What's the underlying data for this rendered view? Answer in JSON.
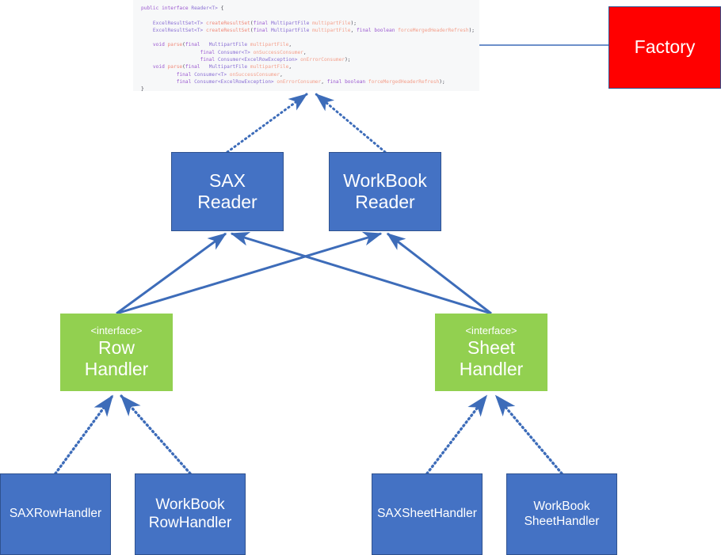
{
  "diagram": {
    "title": "Excel Reader / Handler class diagram",
    "colors": {
      "blue": "#4472C4",
      "blue_border": "#2F528F",
      "green": "#92D050",
      "red": "#FF0000",
      "code_background": "#F7F8F9",
      "edge": "#4472C4"
    }
  },
  "code_block": {
    "language": "java",
    "lines": [
      [
        {
          "t": "public ",
          "c": "kw"
        },
        {
          "t": "interface ",
          "c": "kw"
        },
        {
          "t": "Reader<T> ",
          "c": "typ"
        },
        {
          "t": "{",
          "c": "pln"
        }
      ],
      [],
      [
        {
          "t": "    ExcelResultSet<T> ",
          "c": "typ"
        },
        {
          "t": "createResultSet",
          "c": "mth"
        },
        {
          "t": "(",
          "c": "pln"
        },
        {
          "t": "final ",
          "c": "kw"
        },
        {
          "t": "MultipartFile ",
          "c": "typ"
        },
        {
          "t": "multipartFile",
          "c": "prm"
        },
        {
          "t": ");",
          "c": "pln"
        }
      ],
      [
        {
          "t": "    ExcelResultSet<T> ",
          "c": "typ"
        },
        {
          "t": "createResultSet",
          "c": "mth"
        },
        {
          "t": "(",
          "c": "pln"
        },
        {
          "t": "final ",
          "c": "kw"
        },
        {
          "t": "MultipartFile ",
          "c": "typ"
        },
        {
          "t": "multipartFile",
          "c": "prm"
        },
        {
          "t": ", ",
          "c": "pln"
        },
        {
          "t": "final ",
          "c": "kw"
        },
        {
          "t": "boolean ",
          "c": "kw"
        },
        {
          "t": "forceMergedHeaderRefresh",
          "c": "prm"
        },
        {
          "t": ");",
          "c": "pln"
        }
      ],
      [],
      [
        {
          "t": "    void ",
          "c": "kw"
        },
        {
          "t": "parse",
          "c": "mth"
        },
        {
          "t": "(",
          "c": "pln"
        },
        {
          "t": "final ",
          "c": "kw"
        },
        {
          "t": "  MultipartFile ",
          "c": "typ"
        },
        {
          "t": "multipartFile",
          "c": "prm"
        },
        {
          "t": ",",
          "c": "pln"
        }
      ],
      [
        {
          "t": "                    final ",
          "c": "kw"
        },
        {
          "t": "Consumer<T> ",
          "c": "typ"
        },
        {
          "t": "onSuccessConsumer",
          "c": "prm"
        },
        {
          "t": ",",
          "c": "pln"
        }
      ],
      [
        {
          "t": "                    final ",
          "c": "kw"
        },
        {
          "t": "Consumer<ExcelRowException> ",
          "c": "typ"
        },
        {
          "t": "onErrorConsumer",
          "c": "prm"
        },
        {
          "t": ");",
          "c": "pln"
        }
      ],
      [
        {
          "t": "    void ",
          "c": "kw"
        },
        {
          "t": "parse",
          "c": "mth"
        },
        {
          "t": "(",
          "c": "pln"
        },
        {
          "t": "final ",
          "c": "kw"
        },
        {
          "t": "  MultipartFile ",
          "c": "typ"
        },
        {
          "t": "multipartFile",
          "c": "prm"
        },
        {
          "t": ",",
          "c": "pln"
        }
      ],
      [
        {
          "t": "            final ",
          "c": "kw"
        },
        {
          "t": "Consumer<T> ",
          "c": "typ"
        },
        {
          "t": "onSuccessConsumer",
          "c": "prm"
        },
        {
          "t": ",",
          "c": "pln"
        }
      ],
      [
        {
          "t": "            final ",
          "c": "kw"
        },
        {
          "t": "Consumer<ExcelRowException> ",
          "c": "typ"
        },
        {
          "t": "onErrorConsumer",
          "c": "prm"
        },
        {
          "t": ", ",
          "c": "pln"
        },
        {
          "t": "final ",
          "c": "kw"
        },
        {
          "t": "boolean ",
          "c": "kw"
        },
        {
          "t": "forceMergedHeaderRefresh",
          "c": "prm"
        },
        {
          "t": ");",
          "c": "pln"
        }
      ],
      [
        {
          "t": "}",
          "c": "pln"
        }
      ]
    ]
  },
  "nodes": {
    "factory": {
      "label": "Factory"
    },
    "sax_reader": {
      "line1": "SAX",
      "line2": "Reader"
    },
    "workbook_reader": {
      "line1": "WorkBook",
      "line2": "Reader"
    },
    "row_handler": {
      "stereotype": "<interface>",
      "line1": "Row",
      "line2": "Handler"
    },
    "sheet_handler": {
      "stereotype": "<interface>",
      "line1": "Sheet",
      "line2": "Handler"
    },
    "sax_row_handler": {
      "label": "SAXRowHandler"
    },
    "workbook_row_handler": {
      "line1": "WorkBook",
      "line2": "RowHandler"
    },
    "sax_sheet_handler": {
      "label": "SAXSheetHandler"
    },
    "workbook_sheet_handler": {
      "line1": "WorkBook",
      "line2": "SheetHandler"
    }
  }
}
